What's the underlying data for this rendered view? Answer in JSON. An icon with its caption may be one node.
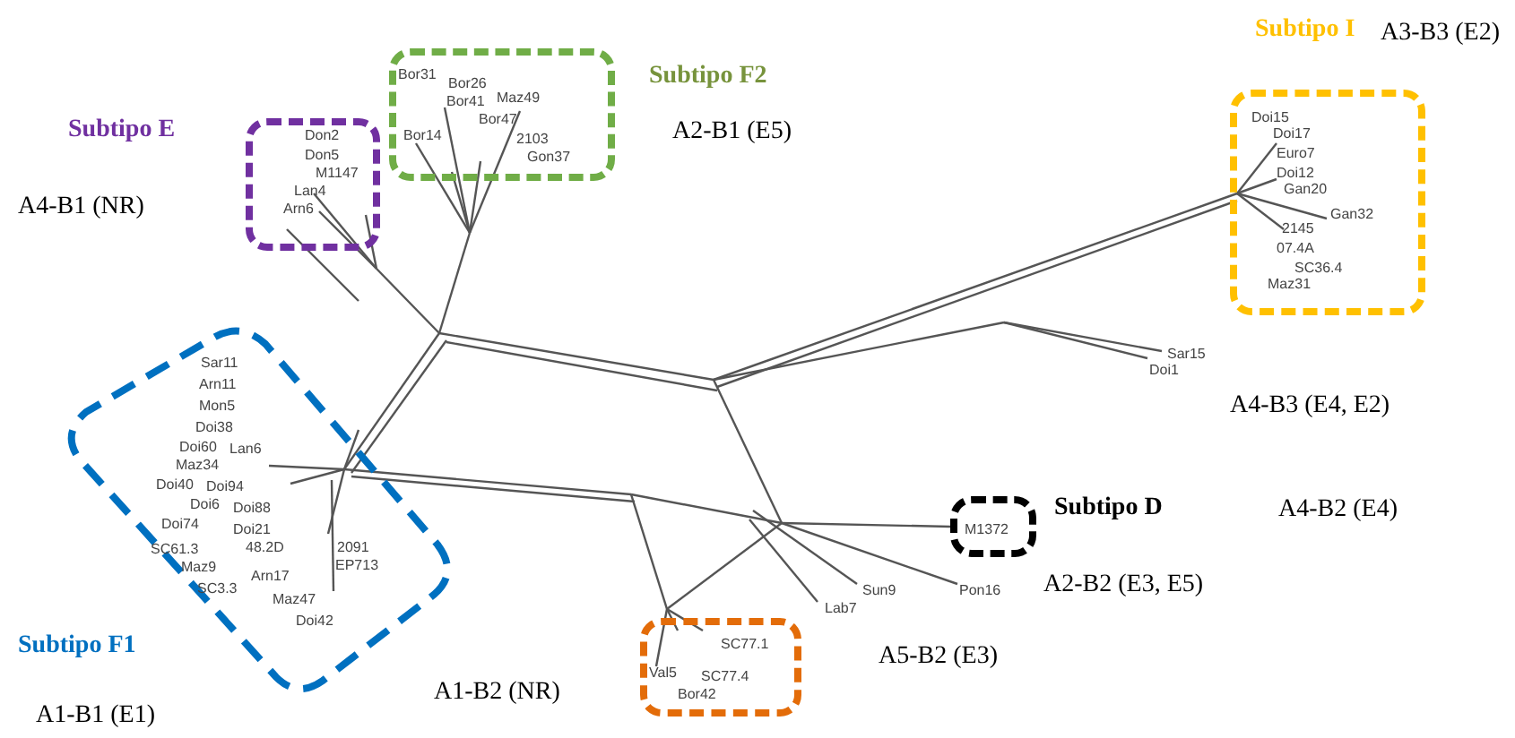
{
  "diagram": {
    "nodes": [
      {
        "text": [
          "Subtipo F2",
          "Bor31",
          "Bor26",
          "Bor41",
          "Maz49",
          "Bor47",
          "Bor14",
          "2103",
          "Gon37"
        ]
      },
      {
        "text": [
          "Subtipo I",
          "Doi15",
          "Doi17",
          "Euro7",
          "Doi12",
          "Gan20",
          "Gan32",
          "2145",
          "07.4A",
          "SC36.4",
          "Maz31"
        ]
      },
      {
        "text": [
          "Subtipo E",
          "Don2",
          "Don5",
          "M1147",
          "Lan4",
          "Arn6"
        ]
      },
      {
        "text": [
          "Subtipo F1",
          "Sar11",
          "Arn11",
          "Mon5",
          "Doi38",
          "Doi60",
          "Lan6",
          "Maz34",
          "Doi40",
          "Doi94",
          "Doi6",
          "Doi88",
          "Doi74",
          "Doi21",
          "48.2D",
          "SC61.3",
          "2091",
          "EP713",
          "Maz9",
          "Arn17",
          "SC3.3",
          "Maz47",
          "Doi42"
        ]
      },
      {
        "text": [
          "Subtipo D",
          "M1372"
        ]
      },
      {
        "text": [
          "SC77.1",
          "Val5",
          "SC77.4",
          "Bor42"
        ]
      }
    ],
    "labels": [
      "A3-B3 (E2)",
      "A2-B1 (E5)",
      "A4-B1 (NR)",
      "Sar15",
      "Doi1",
      "A4-B3 (E4, E2)",
      "A4-B2 (E4)",
      "Pon16",
      "Sun9",
      "A2-B2 (E3, E5)",
      "Lab7",
      "A5-B2 (E3)",
      "A1-B2 (NR)",
      "A1-B1 (E1)"
    ]
  }
}
